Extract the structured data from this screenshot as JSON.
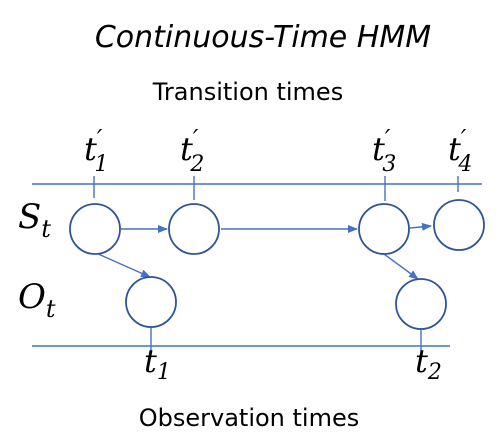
{
  "title": "Continuous-Time HMM",
  "top_label": "Transition times",
  "bottom_label": "Observation times",
  "rows": {
    "state": {
      "symbol": "S",
      "subscript": "t"
    },
    "obs": {
      "symbol": "O",
      "subscript": "t"
    }
  },
  "transition_times": [
    {
      "symbol": "t",
      "prime": "′",
      "subscript": "1"
    },
    {
      "symbol": "t",
      "prime": "′",
      "subscript": "2"
    },
    {
      "symbol": "t",
      "prime": "′",
      "subscript": "3"
    },
    {
      "symbol": "t",
      "prime": "′",
      "subscript": "4"
    }
  ],
  "observation_times": [
    {
      "symbol": "t",
      "subscript": "1"
    },
    {
      "symbol": "t",
      "subscript": "2"
    }
  ],
  "colors": {
    "line": "#4472c4",
    "node_stroke": "#2f5597"
  }
}
